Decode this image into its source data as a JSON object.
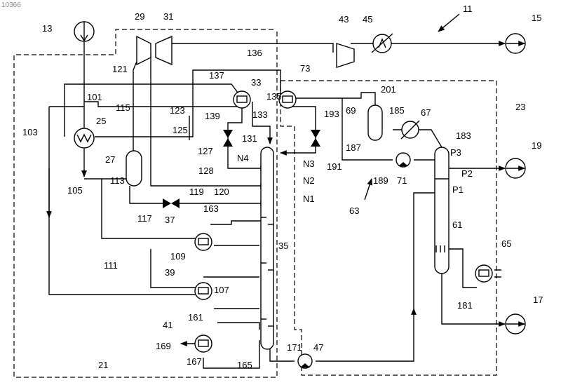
{
  "watermark": "10366",
  "labels": [
    "11",
    "13",
    "15",
    "17",
    "19",
    "21",
    "23",
    "25",
    "27",
    "29",
    "31",
    "33",
    "35",
    "37",
    "39",
    "41",
    "43",
    "45",
    "47",
    "61",
    "63",
    "65",
    "67",
    "69",
    "71",
    "73",
    "101",
    "103",
    "105",
    "107",
    "109",
    "111",
    "113",
    "115",
    "117",
    "119",
    "120",
    "121",
    "123",
    "125",
    "127",
    "128",
    "131",
    "133",
    "135",
    "136",
    "137",
    "139",
    "161",
    "163",
    "165",
    "167",
    "169",
    "171",
    "181",
    "183",
    "185",
    "187",
    "189",
    "191",
    "193",
    "201",
    "N1",
    "N2",
    "N3",
    "N4",
    "P1",
    "P2",
    "P3"
  ]
}
